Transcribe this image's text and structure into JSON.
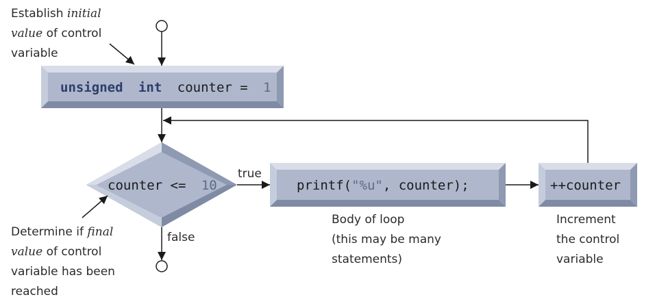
{
  "init_box": {
    "kw1": "unsigned",
    "kw2": "int",
    "text": "counter =",
    "num": "1"
  },
  "condition": {
    "text": "counter <=",
    "num": "10"
  },
  "body_box": {
    "pre": "printf(",
    "str": "\"%u\"",
    "post": ", counter);"
  },
  "increment_box": {
    "text": "++counter"
  },
  "labels": {
    "true": "true",
    "false": "false"
  },
  "annotations": {
    "init": {
      "l1": "Establish ",
      "l1i": "initial",
      "l2i": "value",
      "l2": " of control",
      "l3": "variable"
    },
    "final": {
      "l1": "Determine if ",
      "l1i": "final",
      "l2i": "value",
      "l2": " of control",
      "l3": "variable has been",
      "l4": "reached"
    },
    "body": {
      "l1": "Body of loop",
      "l2": "(this may be many",
      "l3": "statements)"
    },
    "increment": {
      "l1": "Increment",
      "l2": "the control",
      "l3": "variable"
    }
  }
}
